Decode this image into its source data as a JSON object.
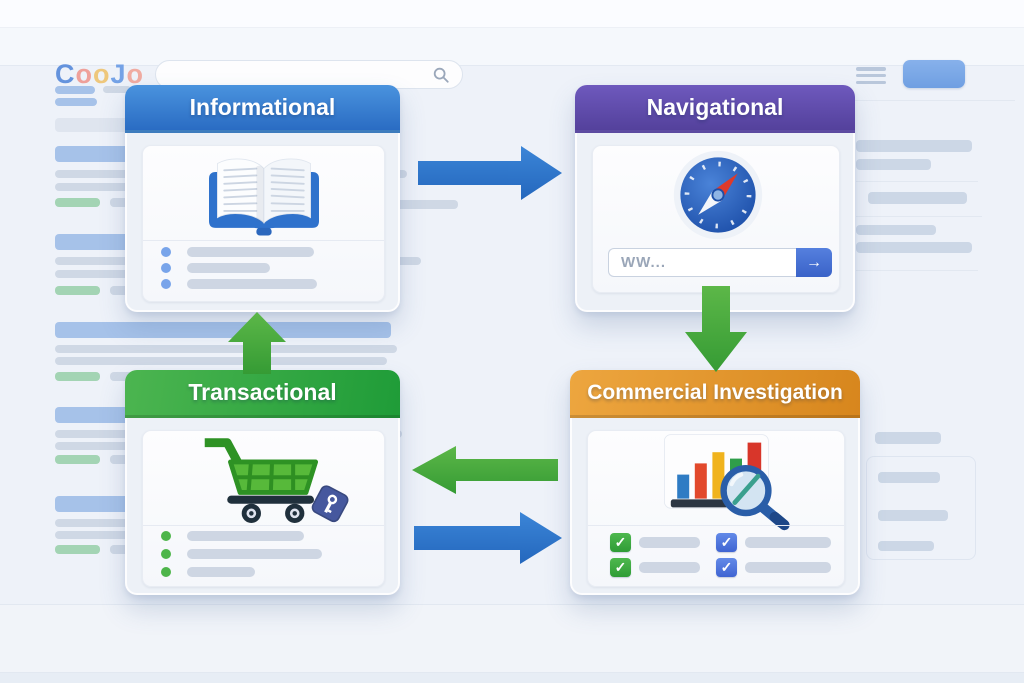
{
  "topbar": {
    "logo_letters": [
      "C",
      "o",
      "o",
      "J",
      "o"
    ],
    "logo_colors": [
      "#6493dd",
      "#efa09a",
      "#eec77c",
      "#74a2e6",
      "#f0aba1"
    ],
    "search_placeholder": "",
    "signin_label": ""
  },
  "cards": {
    "informational": {
      "title": "Informational",
      "icon": "open-book",
      "accent": "#2f6fc6",
      "list_items": 3
    },
    "navigational": {
      "title": "Navigational",
      "icon": "compass",
      "accent": "#5f4bad",
      "url_text": "WW...",
      "go_icon": "→"
    },
    "transactional": {
      "title": "Transactional",
      "icon": "shopping-cart-price-tag",
      "accent": "#2f9e3c",
      "list_items": 3
    },
    "commercial": {
      "title": "Commercial Investigation",
      "icon": "bar-chart-magnifier",
      "accent": "#e09a2f",
      "checklist_items": 4
    }
  },
  "ui": {
    "check_glyph": "✓"
  },
  "arrows": [
    {
      "from": "informational",
      "to": "navigational",
      "direction": "right",
      "color": "#2d78cc"
    },
    {
      "from": "navigational",
      "to": "commercial",
      "direction": "down",
      "color": "#43a63c"
    },
    {
      "from": "commercial",
      "to": "transactional",
      "direction": "left",
      "color": "#43a63c"
    },
    {
      "from": "transactional",
      "to": "commercial",
      "direction": "right",
      "color": "#2d78cc"
    },
    {
      "from": "transactional",
      "to": "informational",
      "direction": "up",
      "color": "#43a63c"
    }
  ],
  "palette": {
    "background": "#eef2f9",
    "header_blue": "#2a6cc3",
    "header_purple": "#54419c",
    "header_green": "#1f9c38",
    "header_orange": "#d7861d",
    "skeleton_blue": "#a6c2e9",
    "skeleton_gray": "#cfd8e5",
    "skeleton_green": "#a3d4b4"
  }
}
